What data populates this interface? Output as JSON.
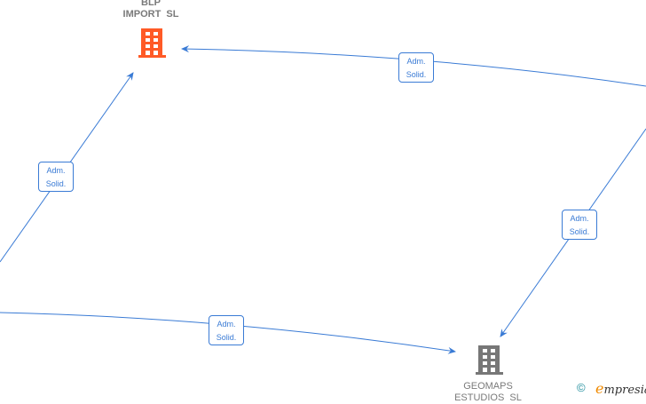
{
  "nodes": [
    {
      "id": "blp",
      "label_lines": [
        "BLP",
        "IMPORT  SL"
      ],
      "icon": "building-icon",
      "color": "#ff5a26"
    },
    {
      "id": "geomaps",
      "label_lines": [
        "GEOMAPS",
        "ESTUDIOS  SL"
      ],
      "icon": "building-icon",
      "color": "#777777"
    }
  ],
  "edges": [
    {
      "label_lines": [
        "Adm.",
        "Solid."
      ],
      "to": "blp"
    },
    {
      "label_lines": [
        "Adm.",
        "Solid."
      ],
      "to": "blp"
    },
    {
      "label_lines": [
        "Adm.",
        "Solid."
      ],
      "to": "geomaps"
    },
    {
      "label_lines": [
        "Adm.",
        "Solid."
      ],
      "to": "geomaps"
    }
  ],
  "edge_color": "#3a7bd5",
  "footer": {
    "copyright": "©",
    "brand_initial": "e",
    "brand_rest": "mpresia"
  }
}
